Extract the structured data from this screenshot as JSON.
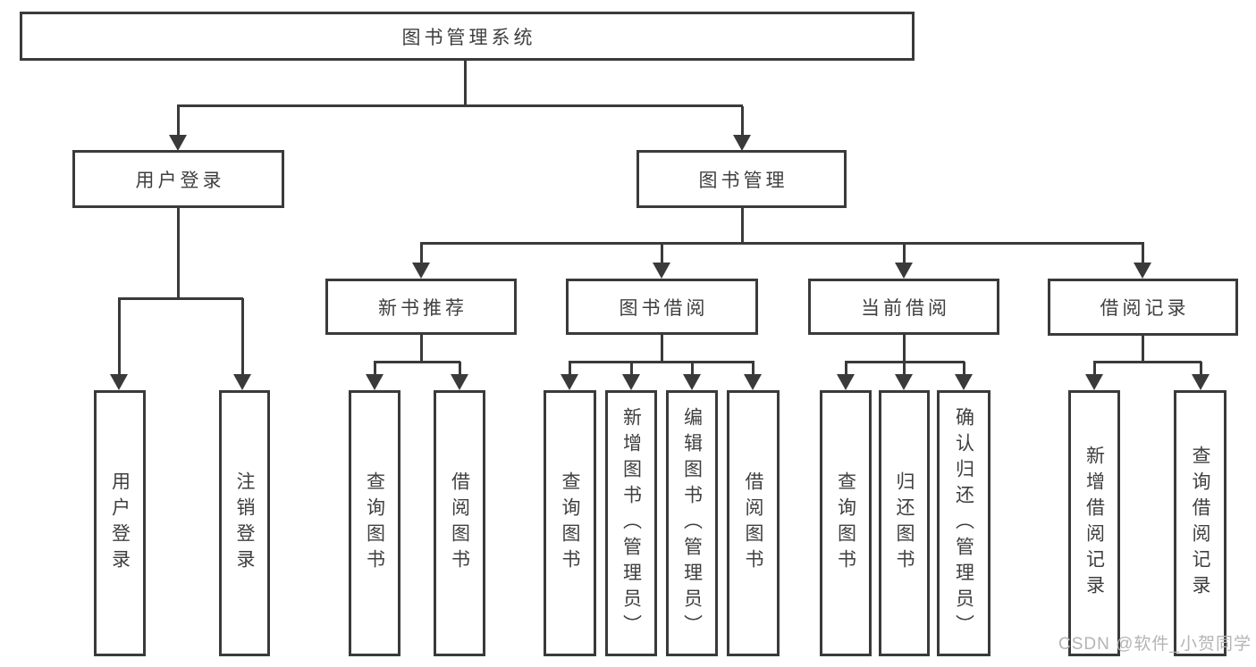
{
  "colors": {
    "line": "#3a3a3a",
    "text": "#3f3f3f",
    "watermark": "#b4b4b4",
    "background": "#ffffff"
  },
  "watermark": "CSDN @软件_小贺同学",
  "tree": {
    "root": {
      "label": "图书管理系统"
    },
    "branches": [
      {
        "label": "用户登录",
        "children": [
          {
            "label": "用户登录"
          },
          {
            "label": "注销登录"
          }
        ]
      },
      {
        "label": "图书管理",
        "children": [
          {
            "label": "新书推荐",
            "children": [
              {
                "label": "查询图书"
              },
              {
                "label": "借阅图书"
              }
            ]
          },
          {
            "label": "图书借阅",
            "children": [
              {
                "label": "查询图书"
              },
              {
                "label": "新增图书（管理员）"
              },
              {
                "label": "编辑图书（管理员）"
              },
              {
                "label": "借阅图书"
              }
            ]
          },
          {
            "label": "当前借阅",
            "children": [
              {
                "label": "查询图书"
              },
              {
                "label": "归还图书"
              },
              {
                "label": "确认归还（管理员）"
              }
            ]
          },
          {
            "label": "借阅记录",
            "children": [
              {
                "label": "新增借阅记录"
              },
              {
                "label": "查询借阅记录"
              }
            ]
          }
        ]
      }
    ]
  }
}
